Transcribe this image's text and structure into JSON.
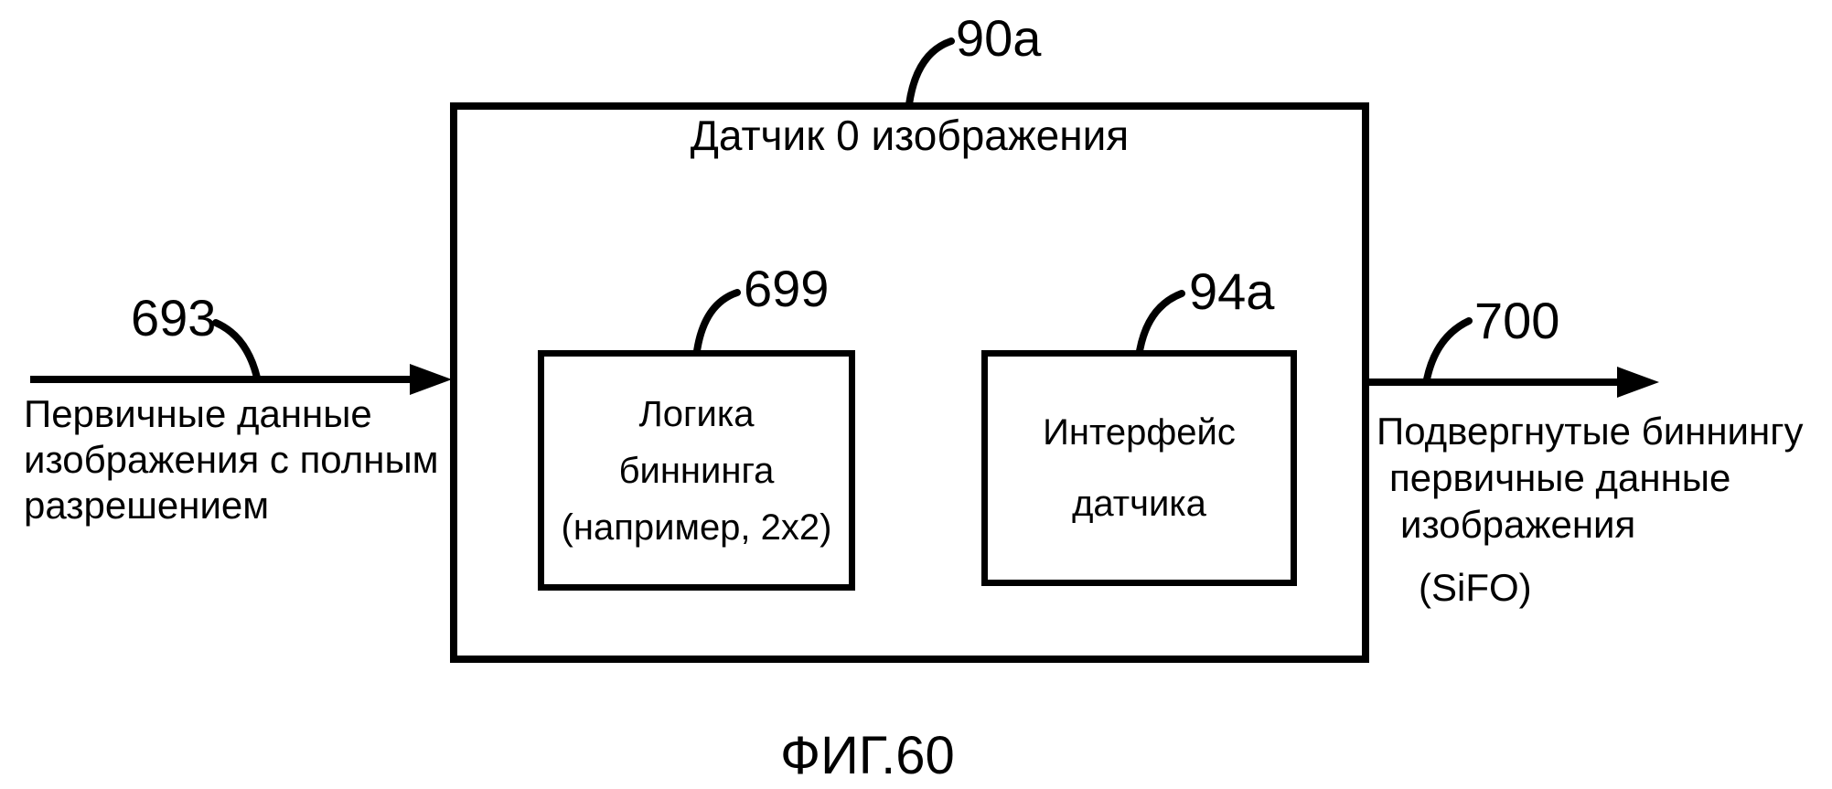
{
  "figure": {
    "caption": "ФИГ.60",
    "sensor_box": {
      "ref": "90a",
      "title": "Датчик 0 изображения",
      "binning_box": {
        "ref": "699",
        "lines": [
          "Логика",
          "биннинга",
          "(например, 2x2)"
        ]
      },
      "interface_box": {
        "ref": "94a",
        "lines": [
          "Интерфейс",
          "датчика"
        ]
      }
    },
    "input_arrow": {
      "ref": "693",
      "label_lines": [
        "Первичные данные",
        "изображения с полным",
        "разрешением"
      ]
    },
    "output_arrow": {
      "ref": "700",
      "label_lines": [
        "Подвергнутые биннингу",
        "первичные данные",
        "изображения",
        "(SiFO)"
      ]
    },
    "colors": {
      "ink": "#000000",
      "background": "#ffffff"
    }
  }
}
